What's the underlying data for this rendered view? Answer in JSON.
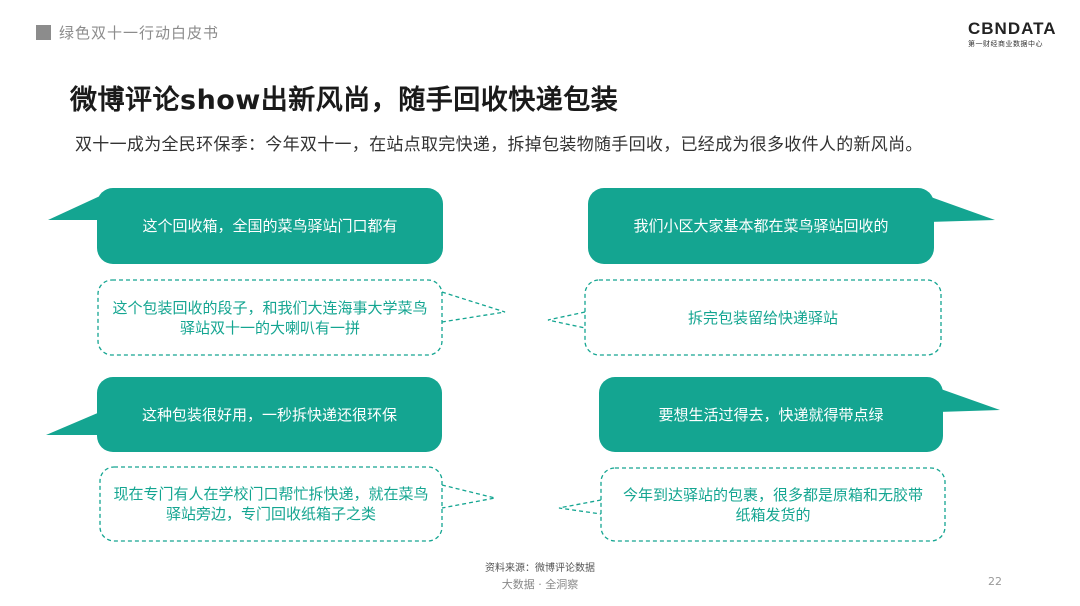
{
  "header": {
    "section_label": "绿色双十一行动白皮书"
  },
  "logo": {
    "mark": "CBNDATA",
    "tagline": "第一财经商业数据中心"
  },
  "title": "微博评论show出新风尚，随手回收快递包装",
  "subtitle": "双十一成为全民环保季：今年双十一，在站点取完快递，拆掉包装物随手回收，已经成为很多收件人的新风尚。",
  "bubbles": [
    {
      "text": "这个回收箱，全国的菜鸟驿站门口都有"
    },
    {
      "text": "我们小区大家基本都在菜鸟驿站回收的"
    },
    {
      "text": "这个包装回收的段子，和我们大连海事大学菜鸟驿站双十一的大喇叭有一拼"
    },
    {
      "text": "拆完包装留给快递驿站"
    },
    {
      "text": "这种包装很好用，一秒拆快递还很环保"
    },
    {
      "text": "要想生活过得去，快递就得带点绿"
    },
    {
      "text": "现在专门有人在学校门口帮忙拆快递，就在菜鸟驿站旁边，专门回收纸箱子之类"
    },
    {
      "text": "今年到达驿站的包裹，很多都是原箱和无胶带纸箱发货的"
    }
  ],
  "footer": {
    "source": "资料来源：微博评论数据",
    "tagline": "大数据 · 全洞察",
    "page": "22"
  },
  "colors": {
    "teal": "#14a591",
    "text_dark": "#1a1a1a",
    "gray": "#8c8c8c"
  }
}
